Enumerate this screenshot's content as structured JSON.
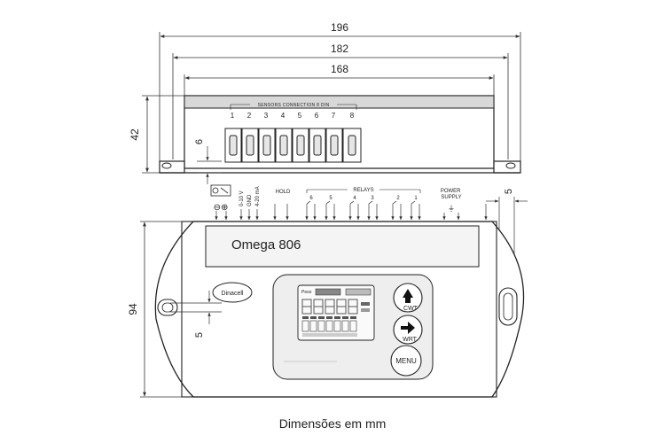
{
  "dimensions": {
    "width_outer": "196",
    "width_holes": "182",
    "width_body": "168",
    "height_side": "42",
    "depth_flange": "6",
    "hole_offset": "5",
    "height_front": "94",
    "hole_offset_front": "5"
  },
  "side_view": {
    "connector_label": "SENSORS CONNECTION 8 DIN",
    "pins": [
      "1",
      "2",
      "3",
      "4",
      "5",
      "6",
      "7",
      "8"
    ]
  },
  "terminals": {
    "voltage_in": "0-10 V",
    "gnd": "GND",
    "current_in": "4-20 mA",
    "hold": "HOLD",
    "relays": "RELAYS",
    "relay_numbers": [
      "6",
      "5",
      "4",
      "3",
      "2",
      "1"
    ],
    "power_supply": "POWER SUPPLY"
  },
  "front_view": {
    "model": "Omega 806",
    "brand": "Dinacell",
    "display_label": "Peso",
    "buttons": {
      "cwt": "CWT",
      "wrt": "WRT",
      "menu": "MENU"
    }
  },
  "caption": "Dimensões em mm",
  "colors": {
    "line": "#222222",
    "dim_line": "#333333",
    "shade": "#d8d8d8",
    "panel": "#eeeeee"
  }
}
